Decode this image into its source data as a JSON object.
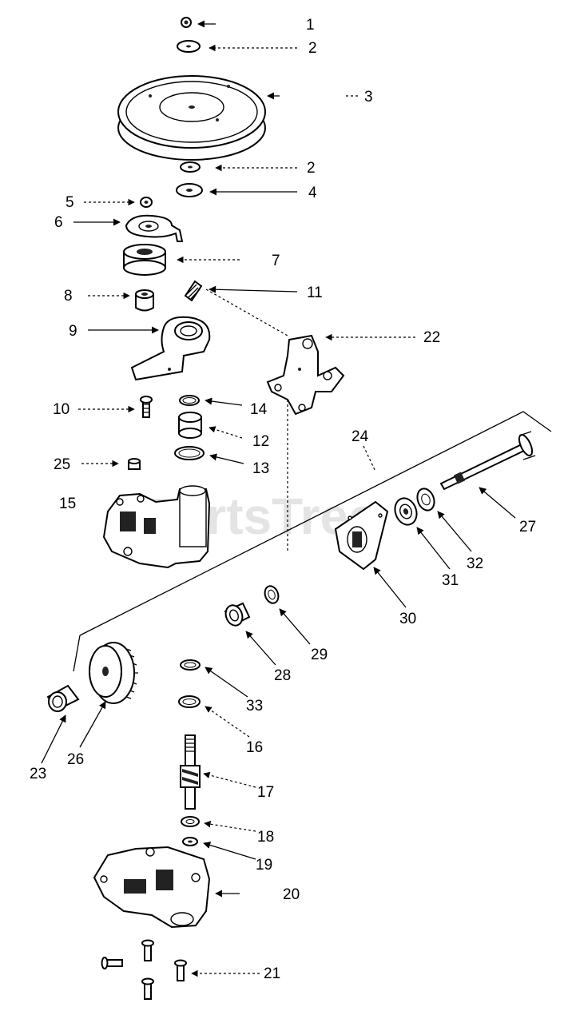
{
  "watermark": "PartsTree",
  "callouts": {
    "c1": "1",
    "c2a": "2",
    "c3": "3",
    "c2b": "2",
    "c4": "4",
    "c5": "5",
    "c6": "6",
    "c7": "7",
    "c8": "8",
    "c11": "11",
    "c9": "9",
    "c22": "22",
    "c10": "10",
    "c14": "14",
    "c12": "12",
    "c24": "24",
    "c25": "25",
    "c13": "13",
    "c15": "15",
    "c27": "27",
    "c32": "32",
    "c31": "31",
    "c30": "30",
    "c29": "29",
    "c28": "28",
    "c33": "33",
    "c16": "16",
    "c23": "23",
    "c26": "26",
    "c17": "17",
    "c18": "18",
    "c19": "19",
    "c20": "20",
    "c21": "21"
  }
}
